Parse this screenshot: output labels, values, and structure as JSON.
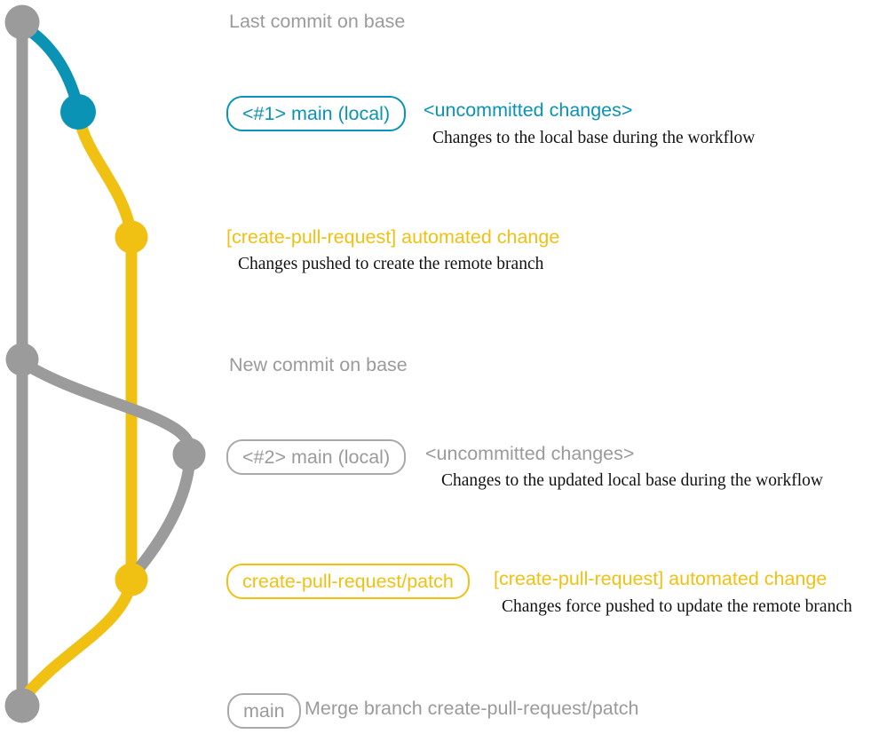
{
  "colors": {
    "gray": "#9b9b9b",
    "teal": "#0b93b5",
    "yellow": "#f0c113",
    "desc_text": "#121212"
  },
  "section_labels": {
    "last_commit": "Last commit on base",
    "new_commit": "New commit on base"
  },
  "row_uncommitted_1": {
    "badge": "<#1> main (local)",
    "title": "<uncommitted changes>",
    "desc": "Changes to the local base during the workflow"
  },
  "row_automated_1": {
    "title": "[create-pull-request] automated change",
    "desc": "Changes pushed to create the remote branch"
  },
  "row_uncommitted_2": {
    "badge": "<#2> main (local)",
    "title": "<uncommitted changes>",
    "desc": "Changes to the updated local base during the workflow"
  },
  "row_automated_2": {
    "badge": "create-pull-request/patch",
    "title": "[create-pull-request] automated change",
    "desc": "Changes force pushed to update the remote branch"
  },
  "row_merge": {
    "badge": "main",
    "title": "Merge branch create-pull-request/patch"
  }
}
